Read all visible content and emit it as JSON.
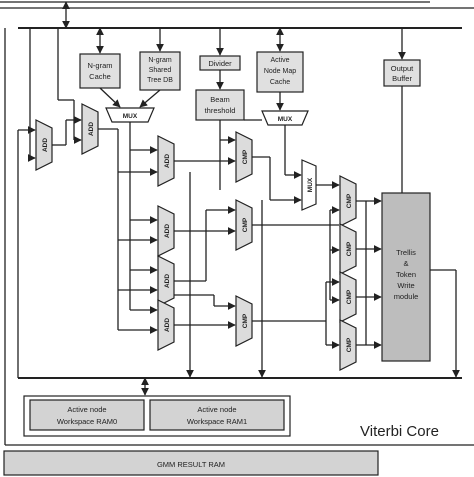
{
  "blocks": {
    "ngram_cache": "N-gram Cache",
    "ngram_shared": "N-gram Shared Tree DB",
    "divider": "Divider",
    "beam": "Beam threshold",
    "active_node_map": "Active Node Map Cache",
    "output_buffer": "Output Buffer",
    "trellis": "Trellis & Token Write module",
    "ws_ram0": "Active node Workspace RAM0",
    "ws_ram1": "Active node Workspace RAM1",
    "gmm_ram": "GMM RESULT RAM",
    "core": "Viterbi Core"
  },
  "units": {
    "add": "ADD",
    "cmp": "CMP",
    "mux": "MUX"
  }
}
